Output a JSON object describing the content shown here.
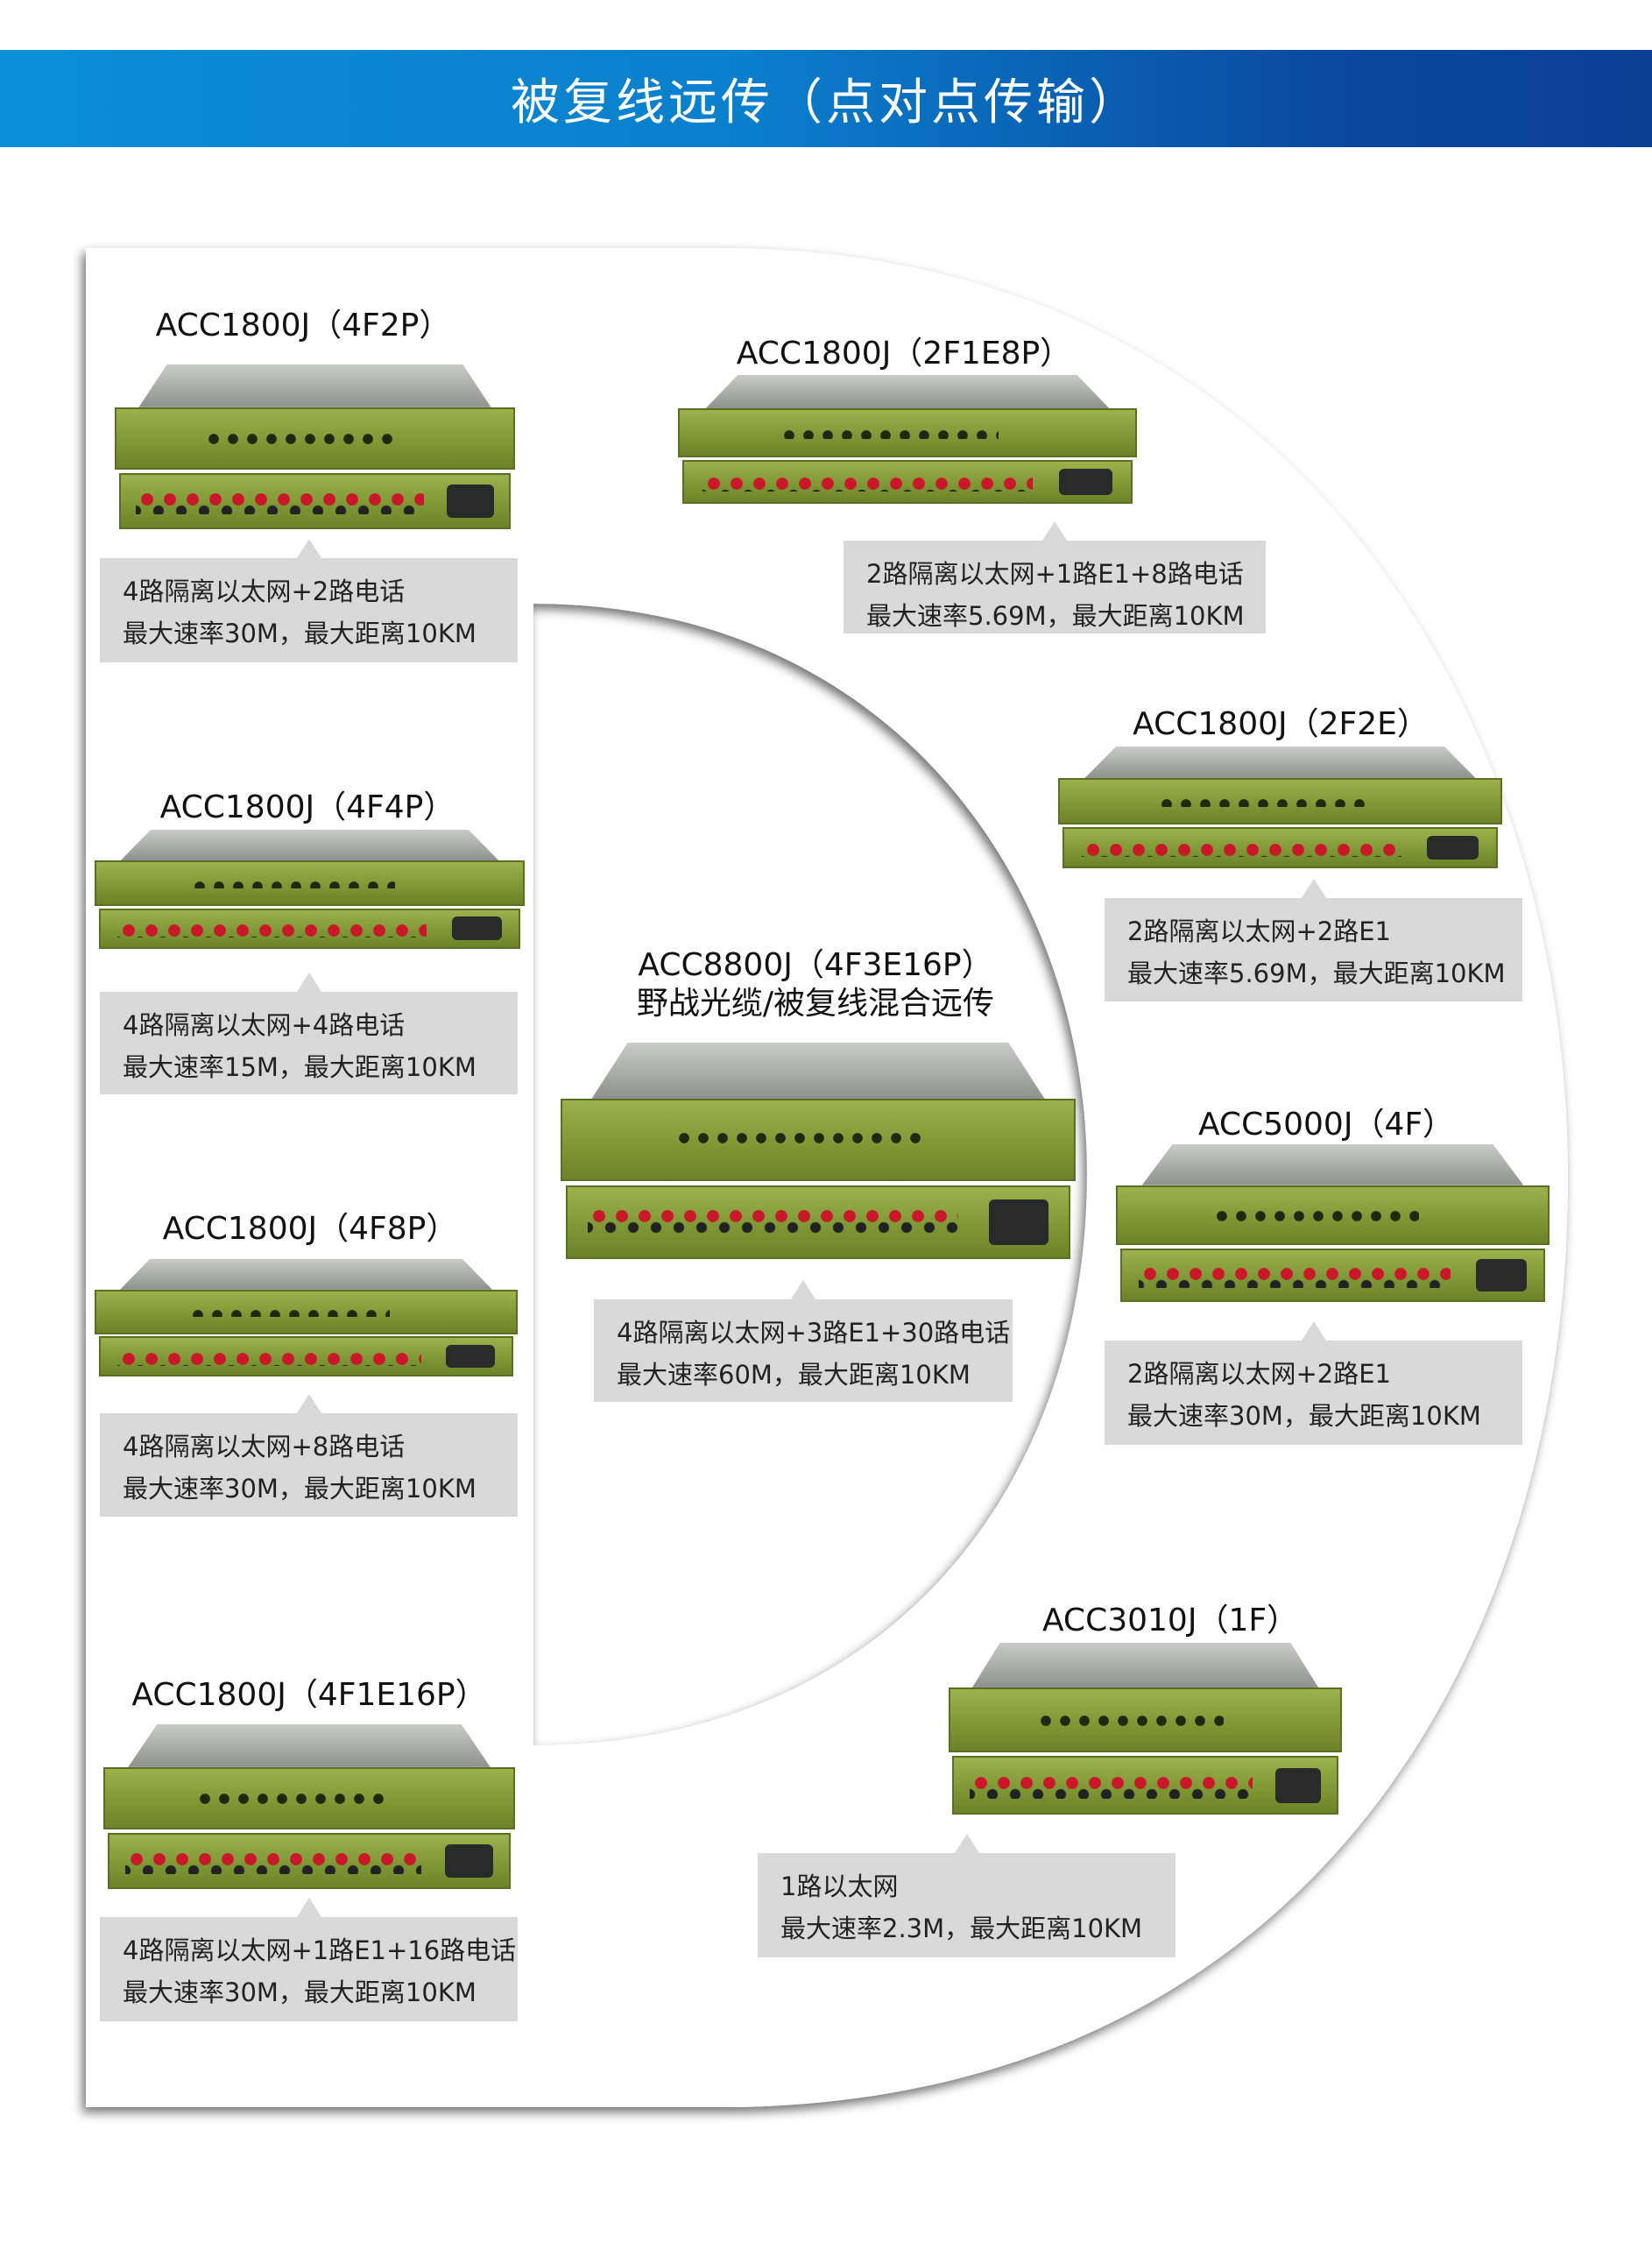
{
  "header": {
    "title": "被复线远传（点对点传输）",
    "color": "#0a7fcc"
  },
  "products": [
    {
      "id": "acc1800j-4f2p",
      "model": "ACC1800J（4F2P）",
      "line1": "4路隔离以太网+2路电话",
      "line2": "最大速率30M，最大距离10KM"
    },
    {
      "id": "acc1800j-2f1e8p",
      "model": "ACC1800J（2F1E8P）",
      "line1": "2路隔离以太网+1路E1+8路电话",
      "line2": "最大速率5.69M，最大距离10KM"
    },
    {
      "id": "acc1800j-4f4p",
      "model": "ACC1800J（4F4P）",
      "line1": "4路隔离以太网+4路电话",
      "line2": "最大速率15M，最大距离10KM"
    },
    {
      "id": "acc1800j-2f2e",
      "model": "ACC1800J（2F2E）",
      "line1": "2路隔离以太网+2路E1",
      "line2": "最大速率5.69M，最大距离10KM"
    },
    {
      "id": "acc8800j-4f3e16p",
      "model": "ACC8800J（4F3E16P）",
      "subtitle": "野战光缆/被复线混合远传",
      "line1": "4路隔离以太网+3路E1+30路电话",
      "line2": "最大速率60M，最大距离10KM"
    },
    {
      "id": "acc5000j-4f",
      "model": "ACC5000J（4F）",
      "line1": "2路隔离以太网+2路E1",
      "line2": "最大速率30M，最大距离10KM"
    },
    {
      "id": "acc1800j-4f8p",
      "model": "ACC1800J（4F8P）",
      "line1": "4路隔离以太网+8路电话",
      "line2": "最大速率30M，最大距离10KM"
    },
    {
      "id": "acc3010j-1f",
      "model": "ACC3010J（1F）",
      "line1": "1路以太网",
      "line2": "最大速率2.3M，最大距离10KM"
    },
    {
      "id": "acc1800j-4f1e16p",
      "model": "ACC1800J（4F1E16P）",
      "line1": "4路隔离以太网+1路E1+16路电话",
      "line2": "最大速率30M，最大距离10KM"
    }
  ]
}
